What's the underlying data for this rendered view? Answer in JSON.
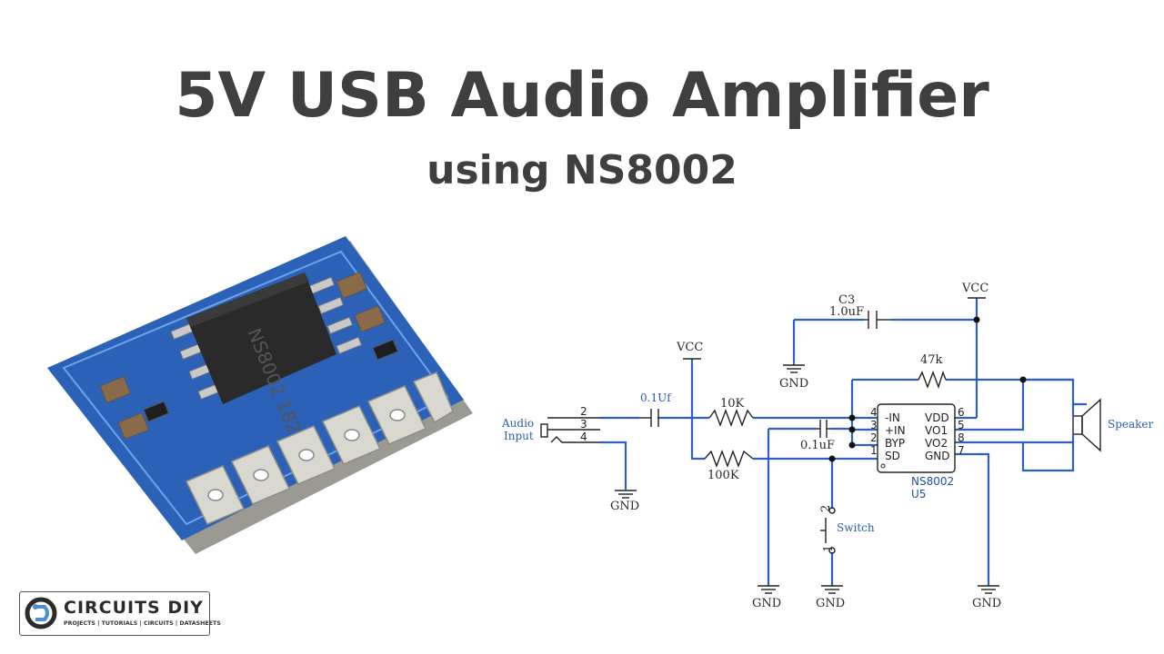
{
  "title": "5V USB Audio Amplifier",
  "subtitle": "using NS8002",
  "board": {
    "chip_marking": "NS8002 182"
  },
  "schematic": {
    "vcc_left": "VCC",
    "vcc_right": "VCC",
    "c3_name": "C3",
    "c3_value": "1.0uF",
    "gnd_c3": "GND",
    "r_feedback": "47k",
    "cap_input": "0.1Uf",
    "r_10k": "10K",
    "r_100k": "100K",
    "cap_byp": "0.1uF",
    "audio_input": "Audio",
    "audio_input2": "Input",
    "jack_pins": [
      "2",
      "3",
      "4"
    ],
    "gnd_jack": "GND",
    "switch_label": "Switch",
    "switch_pin_top": "2",
    "switch_pin_bottom": "1",
    "speaker_label": "Speaker",
    "ic_name": "NS8002",
    "ic_ref": "U5",
    "ic_pins_left": [
      {
        "num": "4",
        "name": "-IN"
      },
      {
        "num": "3",
        "name": "+IN"
      },
      {
        "num": "2",
        "name": "BYP"
      },
      {
        "num": "1",
        "name": "SD"
      }
    ],
    "ic_pins_right": [
      {
        "num": "6",
        "name": "VDD"
      },
      {
        "num": "5",
        "name": "VO1"
      },
      {
        "num": "8",
        "name": "VO2"
      },
      {
        "num": "7",
        "name": "GND"
      }
    ],
    "gnd_bottom": [
      "GND",
      "GND",
      "GND"
    ]
  },
  "logo": {
    "name": "CIRCUITS DIY",
    "tagline": "PROJECTS | TUTORIALS | CIRCUITS | DATASHEETS"
  }
}
